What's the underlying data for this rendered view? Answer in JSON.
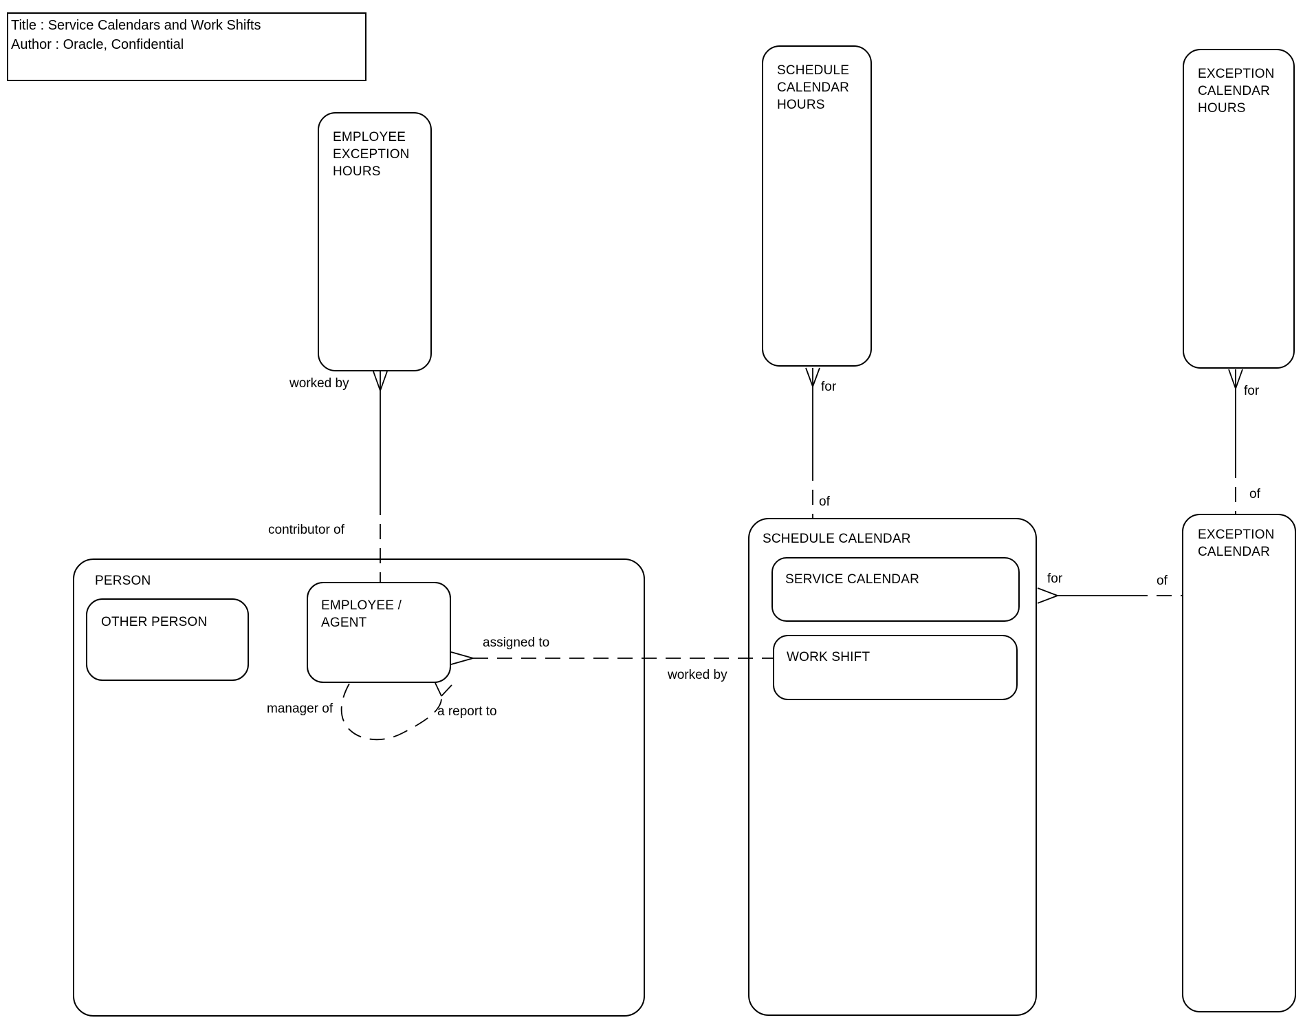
{
  "diagram": {
    "kind": "entity-relationship-diagram",
    "notation": "barker",
    "line_color": "#000000",
    "background_color": "#ffffff"
  },
  "title_block": {
    "title": "Title : Service Calendars and Work Shifts",
    "author": "Author : Oracle, Confidential"
  },
  "entities": {
    "employee_exception_hours": {
      "label": "EMPLOYEE EXCEPTION HOURS"
    },
    "schedule_calendar_hours": {
      "label": "SCHEDULE CALENDAR HOURS"
    },
    "exception_calendar_hours": {
      "label": "EXCEPTION CALENDAR HOURS"
    },
    "person": {
      "label": "PERSON"
    },
    "other_person": {
      "label": "OTHER PERSON",
      "parent": "PERSON"
    },
    "employee_agent": {
      "label": "EMPLOYEE / AGENT",
      "parent": "PERSON"
    },
    "schedule_calendar": {
      "label": "SCHEDULE CALENDAR"
    },
    "service_calendar": {
      "label": "SERVICE CALENDAR",
      "parent": "SCHEDULE CALENDAR"
    },
    "work_shift": {
      "label": "WORK SHIFT",
      "parent": "SCHEDULE CALENDAR"
    },
    "exception_calendar": {
      "label": "EXCEPTION CALENDAR"
    }
  },
  "relationships": [
    {
      "from": "EMPLOYEE EXCEPTION HOURS",
      "to": "EMPLOYEE / AGENT",
      "many_end_label": "worked by",
      "one_end_label": "contributor of"
    },
    {
      "from": "SCHEDULE CALENDAR HOURS",
      "to": "SCHEDULE CALENDAR",
      "many_end_label": "for",
      "one_end_label": "of"
    },
    {
      "from": "EXCEPTION CALENDAR HOURS",
      "to": "EXCEPTION CALENDAR",
      "many_end_label": "for",
      "one_end_label": "of"
    },
    {
      "from": "EMPLOYEE / AGENT",
      "to": "WORK SHIFT",
      "many_end_label": "assigned to",
      "one_end_label": "worked by"
    },
    {
      "from": "SCHEDULE CALENDAR",
      "to": "EXCEPTION CALENDAR",
      "many_end_label": "for",
      "one_end_label": "of"
    },
    {
      "from": "EMPLOYEE / AGENT",
      "to": "EMPLOYEE / AGENT",
      "many_end_label": "a report to",
      "one_end_label": "manager of"
    }
  ]
}
